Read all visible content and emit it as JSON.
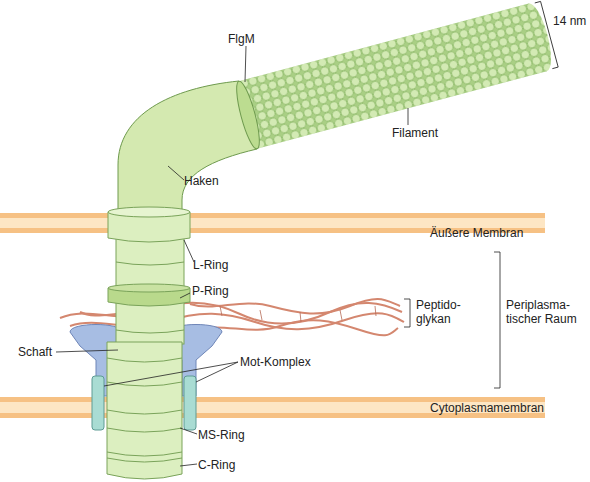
{
  "diagram": {
    "labels": [
      "FlgM",
      "14 nm",
      "Filament",
      "Haken",
      "Äußere Membran",
      "L-Ring",
      "P-Ring",
      "Peptido- glykan",
      "Periplasma- tischer Raum",
      "Schaft",
      "Mot-Komplex",
      "Cytoplasmamembran",
      "MS-Ring",
      "C-Ring"
    ]
  }
}
